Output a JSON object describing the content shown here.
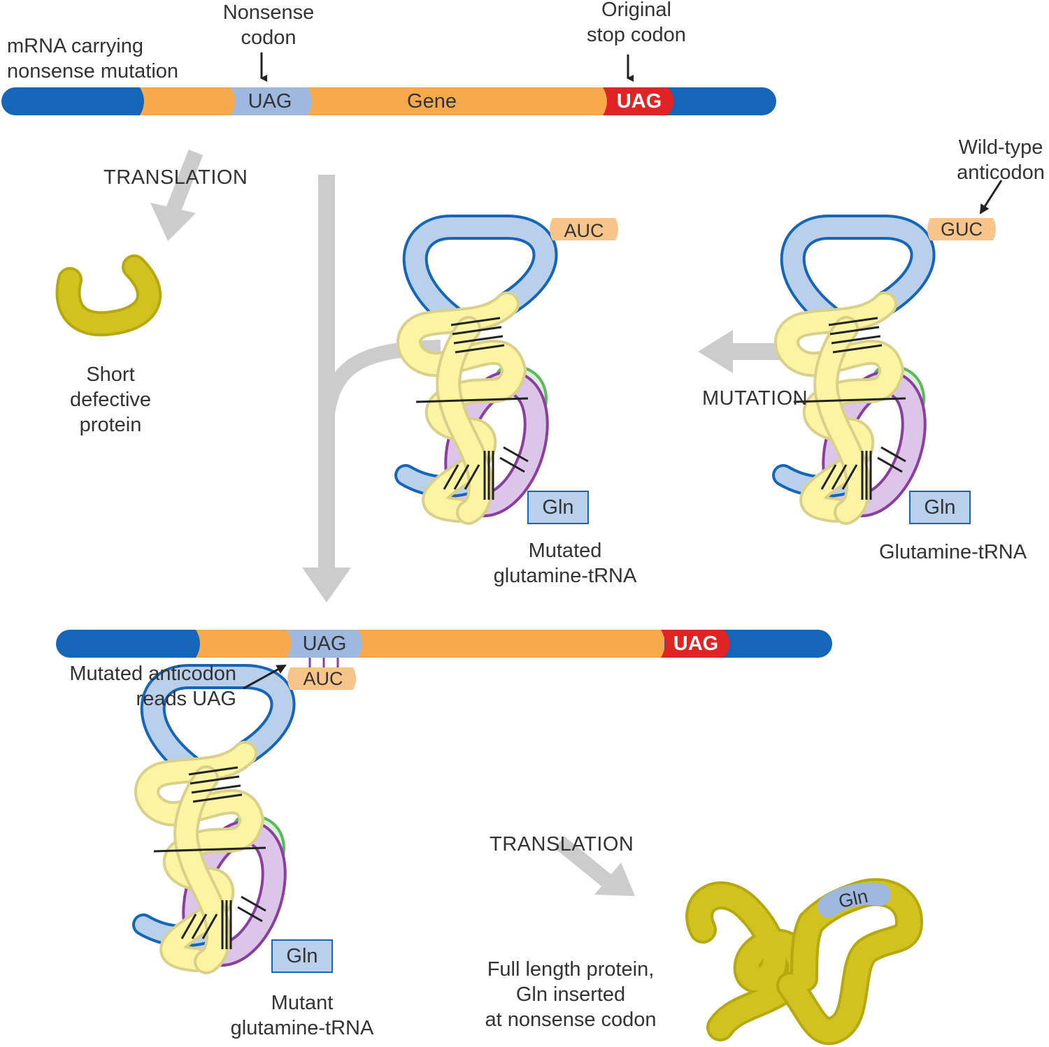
{
  "labels": {
    "mrna_carrying": [
      "mRNA carrying",
      "nonsense mutation"
    ],
    "nonsense_codon": [
      "Nonsense",
      "codon"
    ],
    "original_stop": [
      "Original",
      "stop codon"
    ],
    "gene": "Gene",
    "uag": "UAG",
    "translation_top": "TRANSLATION",
    "short_protein": [
      "Short",
      "defective",
      "protein"
    ],
    "wild_type": [
      "Wild-type",
      "anticodon"
    ],
    "mutation": "MUTATION",
    "mutated_trna": [
      "Mutated",
      "glutamine-tRNA"
    ],
    "glutamine_trna": "Glutamine-tRNA",
    "anticodon_mutated": "AUC",
    "anticodon_wild": "GUC",
    "gln": "Gln",
    "mutated_anticodon_reads": [
      "Mutated anticodon",
      "reads UAG"
    ],
    "translation_bottom": "TRANSLATION",
    "mutant_trna": [
      "Mutant",
      "glutamine-tRNA"
    ],
    "full_length": [
      "Full length protein,",
      "Gln inserted",
      "at nonsense codon"
    ]
  },
  "colors": {
    "mrna_utr": "#1565b8",
    "gene": "#f7a94b",
    "nonsense_codon": "#9fb8df",
    "stop_codon": "#e02424",
    "protein": "#d1c21f",
    "trna_yellow": "#fbf4a3",
    "trna_blue": "#b8d0ec",
    "trna_purple": "#dcc5e8",
    "trna_green": "#5cb85c",
    "arrow_gray": "#cccccc",
    "text": "#333333"
  }
}
